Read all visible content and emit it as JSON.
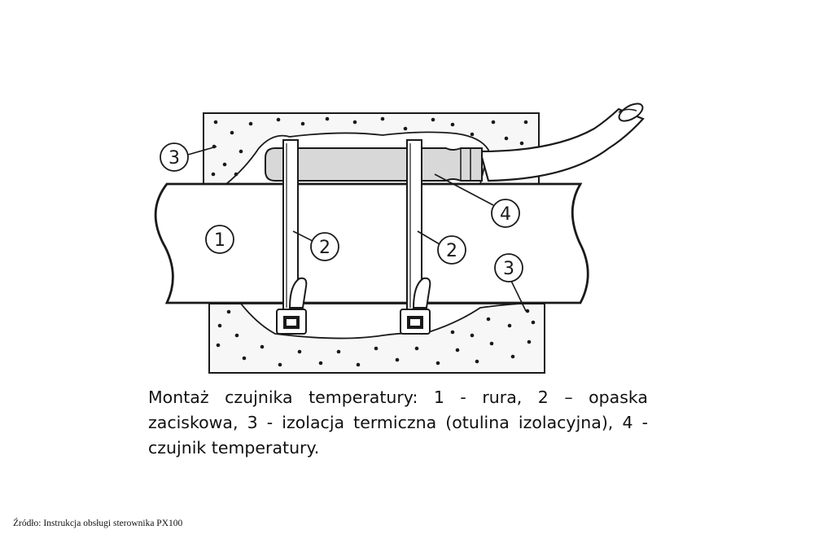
{
  "diagram": {
    "callouts": {
      "pipe": "1",
      "tie_left": "2",
      "tie_right": "2",
      "insulation_top": "3",
      "insulation_bottom": "3",
      "sensor": "4"
    }
  },
  "caption": "Montaż czujnika temperatury: 1 - rura, 2 – opaska zaciskowa, 3 - izolacja termiczna (otulina izolacyjna), 4 - czujnik temperatury.",
  "source": "Źródło: Instrukcja obsługi sterownika PX100"
}
